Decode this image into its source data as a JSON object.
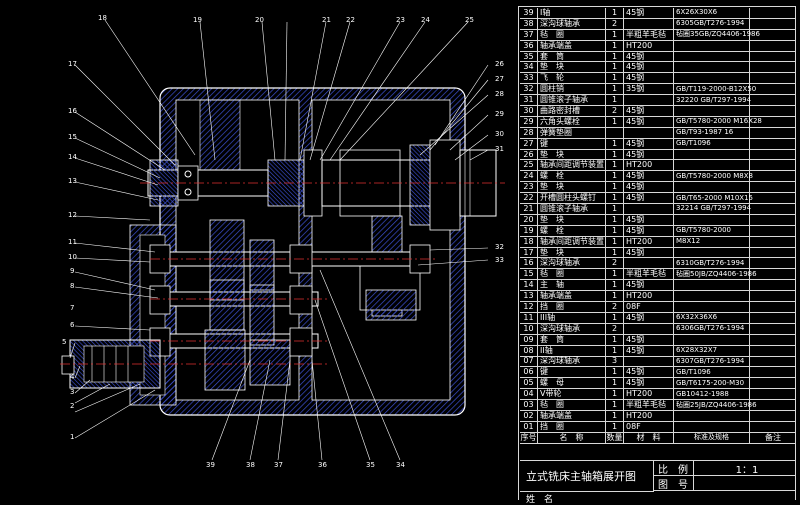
{
  "title_block": {
    "drawing_title": "立式铣床主轴箱展开图",
    "scale_label": "比　例",
    "scale_value": "1：1",
    "drawing_no_label": "图　号",
    "name_label": "姓　名"
  },
  "bom_header": [
    "序号",
    "名　称",
    "数量",
    "材　料",
    "标准及规格",
    "备注"
  ],
  "bom": [
    [
      "39",
      "I轴",
      "1",
      "45钢",
      "6X26X30X6",
      ""
    ],
    [
      "38",
      "深沟球轴承",
      "2",
      "",
      "6305GB/T276-1994",
      ""
    ],
    [
      "37",
      "毡　圈",
      "1",
      "半粗羊毛毡",
      "毡圈35GB/ZQ4406-1986",
      ""
    ],
    [
      "36",
      "轴承端盖",
      "1",
      "HT200",
      "",
      ""
    ],
    [
      "35",
      "套　筒",
      "1",
      "45钢",
      "",
      ""
    ],
    [
      "34",
      "垫　块",
      "1",
      "45钢",
      "",
      ""
    ],
    [
      "33",
      "飞　轮",
      "1",
      "45钢",
      "",
      ""
    ],
    [
      "32",
      "圆柱销",
      "1",
      "35钢",
      "GB/T119-2000-B12X50",
      ""
    ],
    [
      "31",
      "圆锥滚子轴承",
      "1",
      "",
      "32220 GB/T297-1994",
      ""
    ],
    [
      "30",
      "曲路密封槽",
      "2",
      "45钢",
      "",
      ""
    ],
    [
      "29",
      "六角头螺栓",
      "1",
      "45钢",
      "GB/T5780-2000 M16X28",
      ""
    ],
    [
      "28",
      "弹簧垫圈",
      "",
      "",
      "GB/T93-1987 16",
      ""
    ],
    [
      "27",
      "键",
      "1",
      "45钢",
      "GB/T1096",
      ""
    ],
    [
      "26",
      "垫　块",
      "1",
      "45钢",
      "",
      ""
    ],
    [
      "25",
      "轴承间距调节装置",
      "1",
      "HT200",
      "",
      ""
    ],
    [
      "24",
      "螺　栓",
      "1",
      "45钢",
      "GB/T5780-2000 M8X8",
      ""
    ],
    [
      "23",
      "垫　块",
      "1",
      "45钢",
      "",
      ""
    ],
    [
      "22",
      "开槽圆柱头螺钉",
      "1",
      "45钢",
      "GB/T65-2000 M10X15",
      ""
    ],
    [
      "21",
      "圆锥滚子轴承",
      "1",
      "",
      "32214 GB/T297-1994",
      ""
    ],
    [
      "20",
      "垫　块",
      "1",
      "45钢",
      "",
      ""
    ],
    [
      "19",
      "螺　栓",
      "1",
      "45钢",
      "GB/T5780-2000",
      ""
    ],
    [
      "18",
      "轴承间距调节装置",
      "1",
      "HT200",
      "M8X12",
      ""
    ],
    [
      "17",
      "垫　块",
      "1",
      "45钢",
      "",
      ""
    ],
    [
      "16",
      "深沟球轴承",
      "2",
      "",
      "6310GB/T276-1994",
      ""
    ],
    [
      "15",
      "毡　圈",
      "1",
      "半粗羊毛毡",
      "毡圈50JB/ZQ4406-1986",
      ""
    ],
    [
      "14",
      "主　轴",
      "1",
      "45钢",
      "",
      ""
    ],
    [
      "13",
      "轴承端盖",
      "1",
      "HT200",
      "",
      ""
    ],
    [
      "12",
      "挡　圈",
      "2",
      "08F",
      "",
      ""
    ],
    [
      "11",
      "III轴",
      "1",
      "45钢",
      "6X32X36X6",
      ""
    ],
    [
      "10",
      "深沟球轴承",
      "2",
      "",
      "6306GB/T276-1994",
      ""
    ],
    [
      "09",
      "套　筒",
      "1",
      "45钢",
      "",
      ""
    ],
    [
      "08",
      "II轴",
      "1",
      "45钢",
      "6X28X32X7",
      ""
    ],
    [
      "07",
      "深沟球轴承",
      "3",
      "",
      "6307GB/T276-1994",
      ""
    ],
    [
      "06",
      "键",
      "1",
      "45钢",
      "GB/T1096",
      ""
    ],
    [
      "05",
      "螺　母",
      "1",
      "45钢",
      "GB/T6175-200-M30",
      ""
    ],
    [
      "04",
      "V带轮",
      "1",
      "HT200",
      "GB10412-1988",
      ""
    ],
    [
      "03",
      "毡　圈",
      "1",
      "半粗羊毛毡",
      "毡圈25JB/ZQ4406-1986",
      ""
    ],
    [
      "02",
      "轴承端盖",
      "1",
      "HT200",
      "",
      ""
    ],
    [
      "01",
      "挡　圈",
      "1",
      "08F",
      "",
      ""
    ]
  ],
  "callouts": {
    "left": [
      "17",
      "16",
      "15",
      "14",
      "13",
      "12",
      "11",
      "10",
      "9",
      "8",
      "7",
      "6",
      "5",
      "4",
      "3",
      "2",
      "1"
    ],
    "top": [
      "18",
      "19",
      "20",
      "21",
      "22",
      "23",
      "24",
      "25"
    ],
    "right": [
      "26",
      "27",
      "28",
      "29",
      "30",
      "31",
      "32",
      "33"
    ],
    "bottom": [
      "39",
      "38",
      "37",
      "36",
      "35",
      "34"
    ]
  },
  "colors": {
    "background": "#000000",
    "hatch": "#3b4fd0",
    "outline": "#ffffff",
    "centerline": "#e03030",
    "shaft": "#d0d0d0"
  }
}
